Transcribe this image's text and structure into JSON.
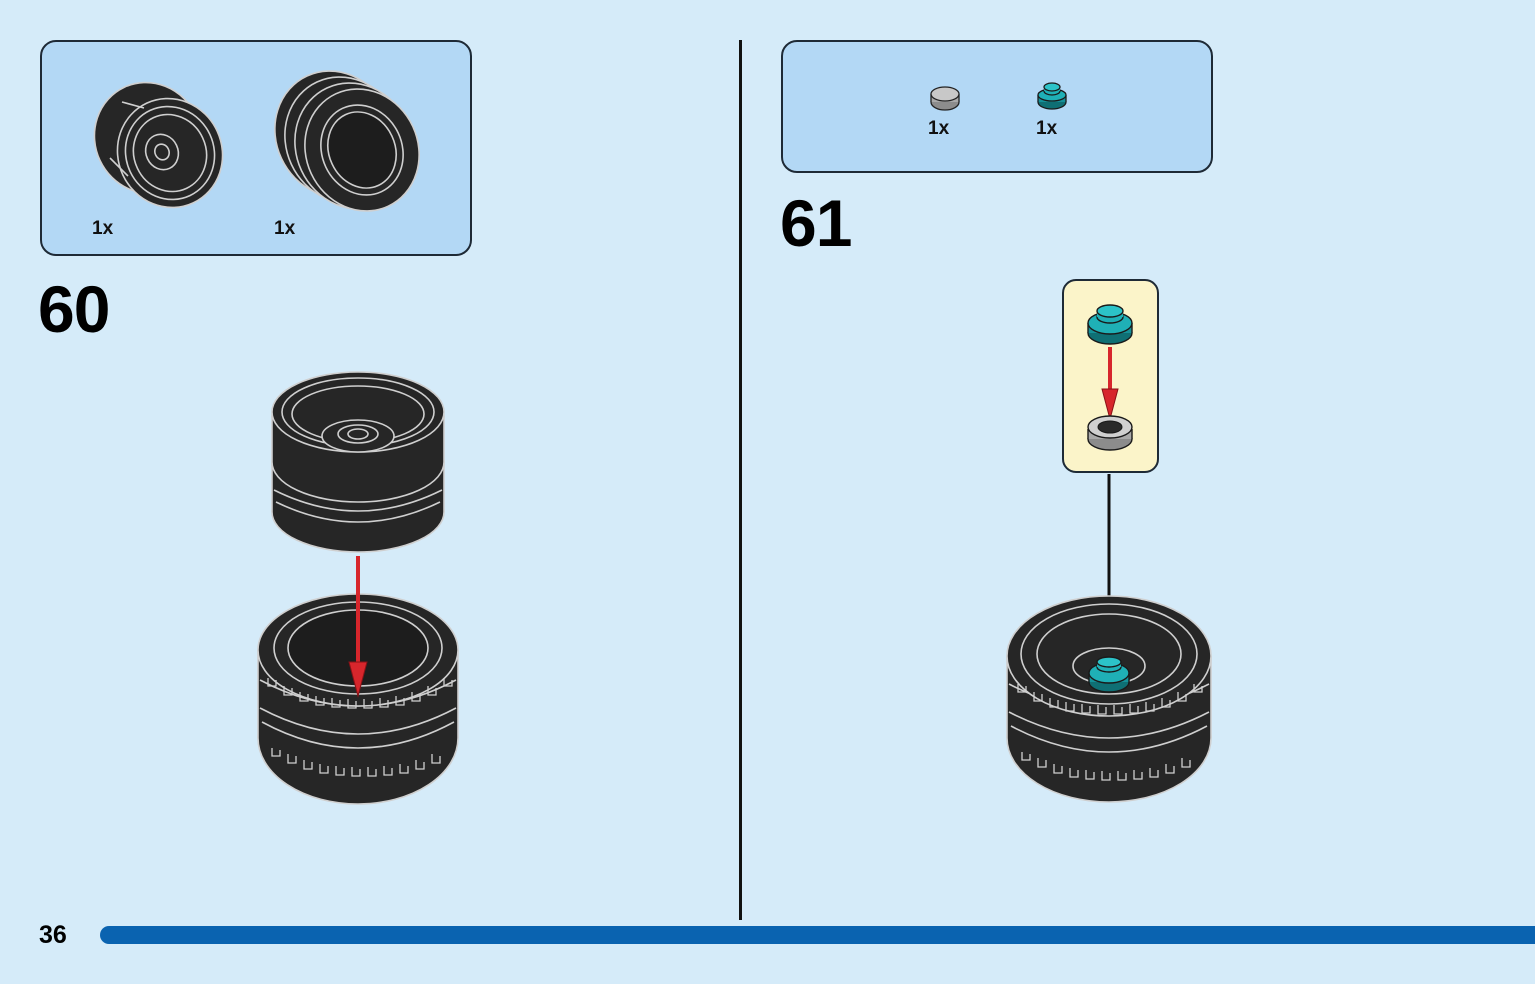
{
  "page_number": "36",
  "steps": [
    {
      "number": "60",
      "parts": [
        {
          "qty": "1x",
          "icon": "wheel-rim-icon"
        },
        {
          "qty": "1x",
          "icon": "tire-icon"
        }
      ],
      "arrow_color": "#d7262c"
    },
    {
      "number": "61",
      "parts": [
        {
          "qty": "1x",
          "icon": "gray-round-plate-icon",
          "color": "#b4b4b4"
        },
        {
          "qty": "1x",
          "icon": "teal-round-plate-icon",
          "color": "#1a9aa0"
        }
      ],
      "arrow_color": "#d7262c"
    }
  ],
  "colors": {
    "background": "#d5ebf9",
    "parts_box": "#b3d8f5",
    "subassembly_box": "#fbf4c9",
    "progress_bar": "#0a63b0",
    "brick_black": "#262626",
    "brick_outline": "#cfcfcf"
  }
}
